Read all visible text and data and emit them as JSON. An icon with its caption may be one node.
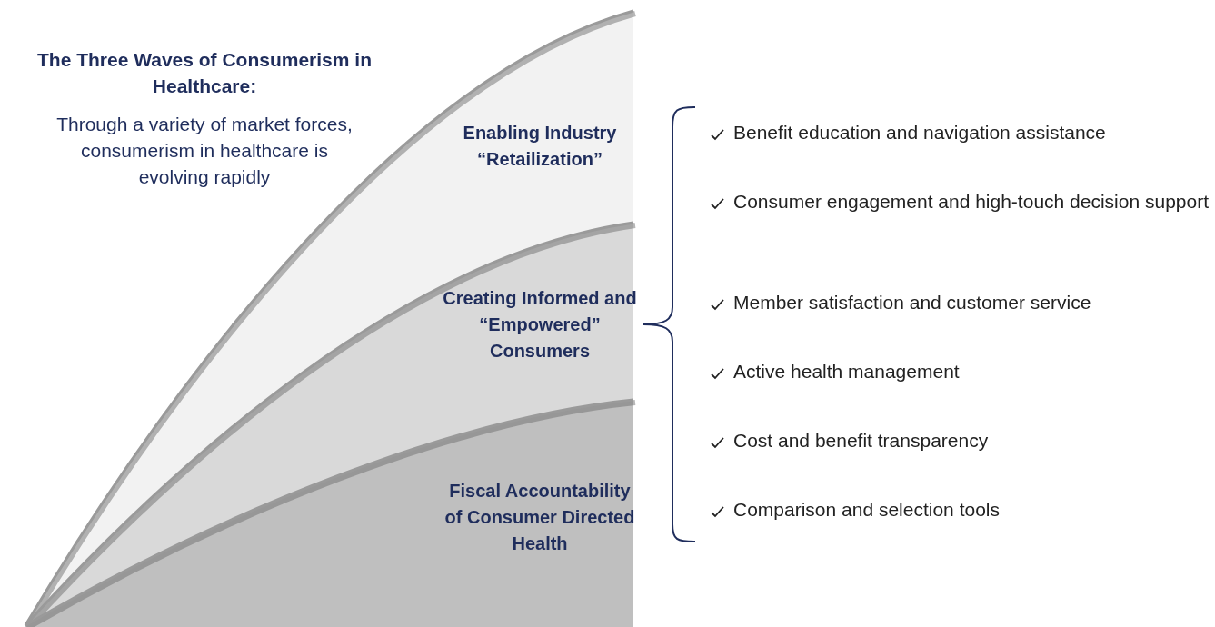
{
  "diagram": {
    "title": "The Three Waves of Consumerism in Healthcare:",
    "nodes": [
      {
        "text": [
          "Enabling Industry “Retailization”"
        ]
      },
      {
        "text": [
          "Creating Informed and “Empowered” Consumers"
        ],
        "in": 0
      },
      {
        "text": [
          "Fiscal Accountability of Consumer Directed Health"
        ],
        "in": 1
      }
    ],
    "edges": [],
    "labels": [
      "Through a variety of market forces, consumerism in healthcare is evolving rapidly",
      "Benefit education and navigation assistance",
      "Consumer engagement and high-touch decision support",
      "Member satisfaction and customer service",
      "Active health management",
      "Cost and benefit transparency",
      "Comparison and selection tools"
    ]
  }
}
